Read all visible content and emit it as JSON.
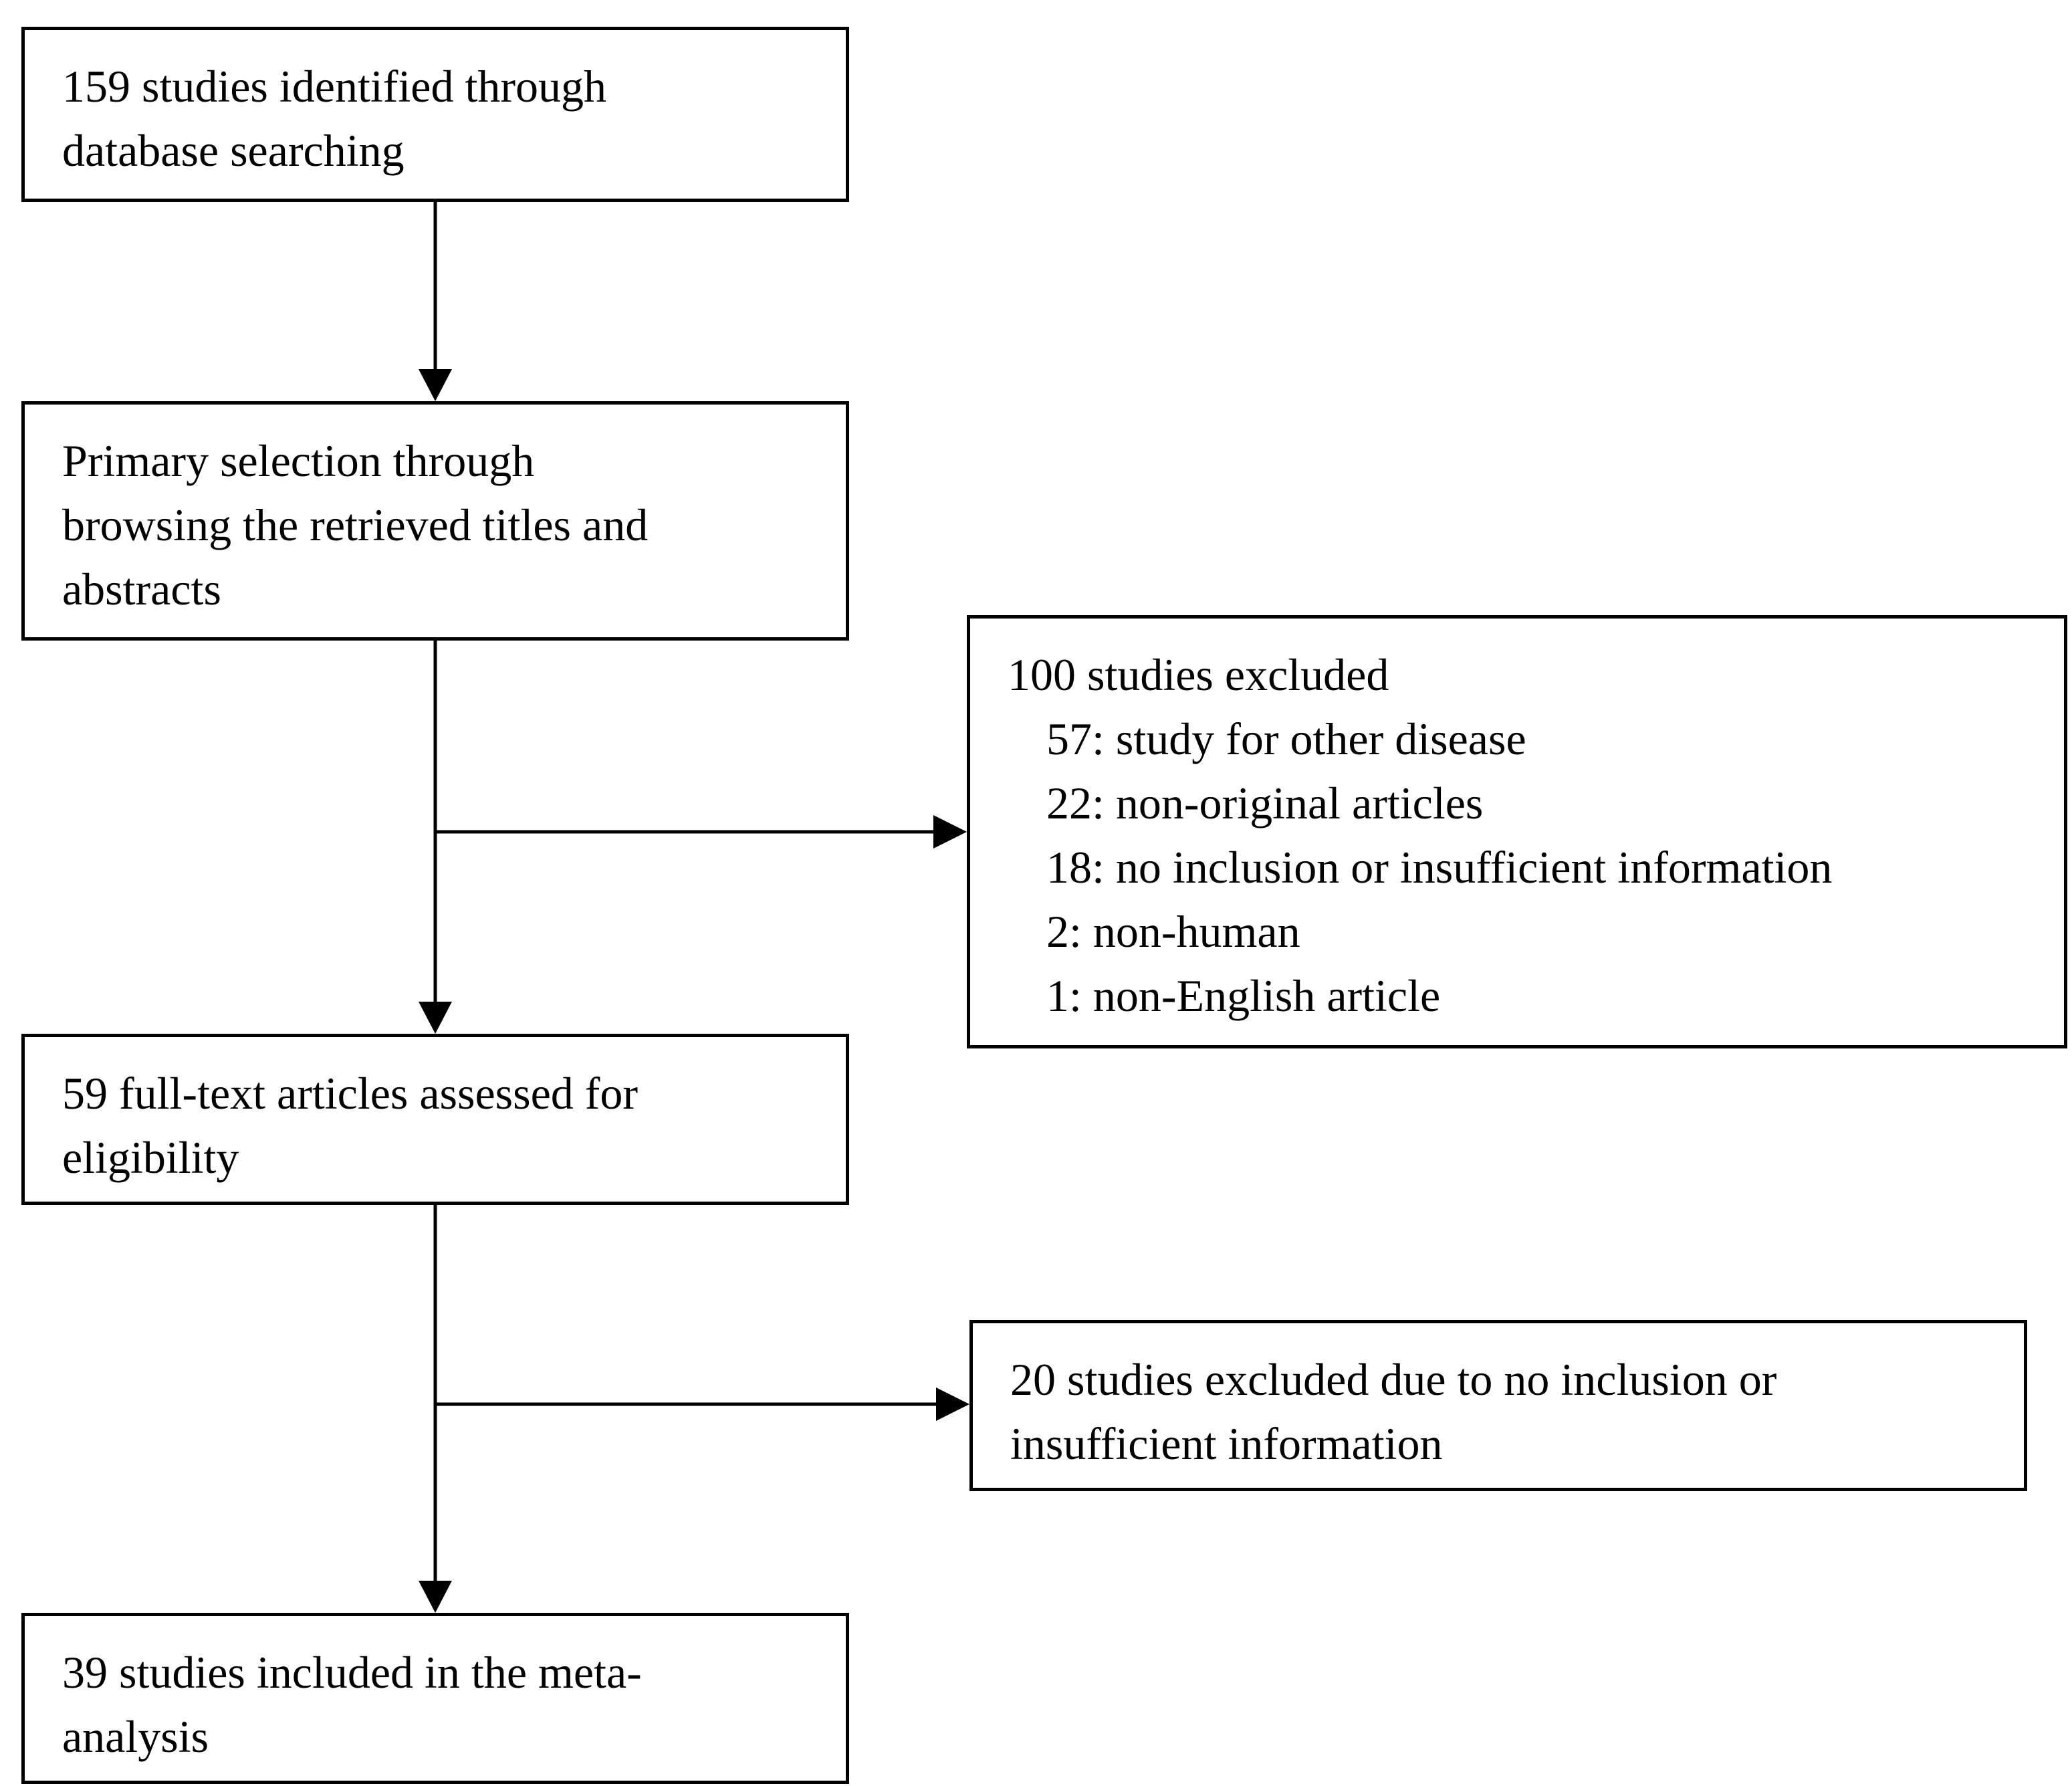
{
  "flowchart": {
    "identified": {
      "lines": [
        "159 studies identified through",
        "database searching"
      ]
    },
    "primary_selection": {
      "lines": [
        "Primary selection through",
        "browsing the retrieved titles and",
        "abstracts"
      ]
    },
    "excluded_first": {
      "header": "100 studies excluded",
      "reasons": [
        "57: study for other disease",
        "22: non-original articles",
        "18: no inclusion or insufficient information",
        "2: non-human",
        "1: non-English article"
      ]
    },
    "full_text": {
      "lines": [
        "59 full-text articles assessed for",
        "eligibility"
      ]
    },
    "excluded_second": {
      "lines": [
        "20 studies excluded due to no inclusion or",
        "insufficient information"
      ]
    },
    "included": {
      "lines": [
        "39 studies included in the meta-",
        "analysis"
      ]
    }
  },
  "colors": {
    "stroke": "#000000",
    "background": "#ffffff"
  }
}
